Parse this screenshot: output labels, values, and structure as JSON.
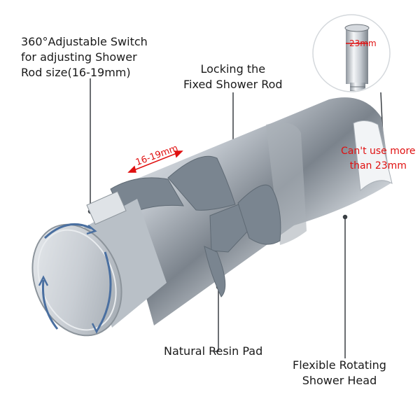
{
  "labels": {
    "switch_line1": "360°Adjustable Switch",
    "switch_line2": "for adjusting Shower",
    "switch_line3": "Rod size(16-19mm)",
    "locking_line1": "Locking the",
    "locking_line2": "Fixed Shower Rod",
    "resin_pad": "Natural Resin Pad",
    "flex_line1": "Flexible Rotating",
    "flex_line2": "Shower Head"
  },
  "callouts": {
    "warning_line1": "Can't use more",
    "warning_line2": "than 23mm",
    "hose_diameter": "23mm",
    "rod_range": "16-19mm"
  },
  "colors": {
    "accent_red": "#e01010",
    "arrow_blue": "#4a6fa0",
    "resin_grey": "#7a8590",
    "chrome": "#c9ced4"
  },
  "icons": [
    "rotation-arrows-icon",
    "dimension-arrow-icon"
  ]
}
